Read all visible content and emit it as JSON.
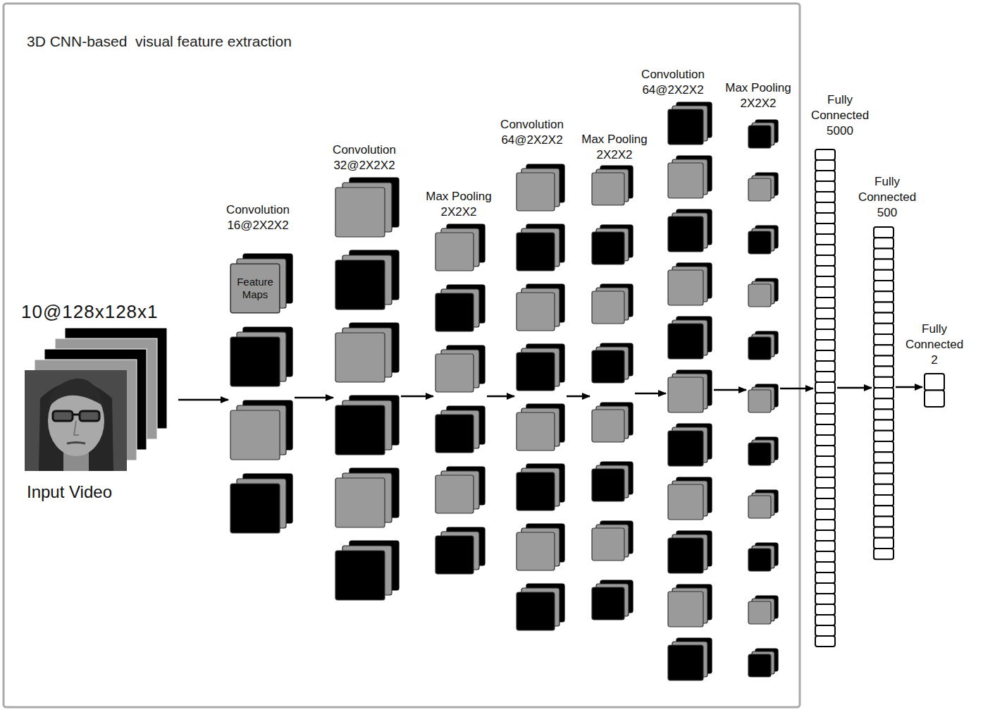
{
  "diagram": {
    "title": "3D CNN-based  visual feature extraction",
    "nodes": [
      {
        "text": [
          "10@128x128x1",
          "Input Video"
        ]
      },
      {
        "text": [
          "Convolution 16@2X2X2"
        ]
      },
      {
        "text": [
          "Feature Maps"
        ],
        "in": 1
      },
      {
        "text": [
          "Convolution 32@2X2X2"
        ]
      },
      {
        "text": [
          "Max Pooling 2X2X2"
        ]
      },
      {
        "text": [
          "Convolution 64@2X2X2"
        ]
      },
      {
        "text": [
          "Max Pooling 2X2X2"
        ]
      },
      {
        "text": [
          "Convolution 64@2X2X2"
        ]
      },
      {
        "text": [
          "Max Pooling 2X2X2"
        ]
      },
      {
        "text": [
          "Fully Connected 5000"
        ]
      },
      {
        "text": [
          "Fully Connected 500"
        ]
      },
      {
        "text": [
          "Fully Connected 2"
        ]
      }
    ],
    "edges": [
      {
        "from": 0,
        "to": 1,
        "arrow": "to"
      },
      {
        "from": 1,
        "to": 3,
        "arrow": "to"
      },
      {
        "from": 3,
        "to": 4,
        "arrow": "to"
      },
      {
        "from": 4,
        "to": 5,
        "arrow": "to"
      },
      {
        "from": 5,
        "to": 6,
        "arrow": "to"
      },
      {
        "from": 6,
        "to": 7,
        "arrow": "to"
      },
      {
        "from": 7,
        "to": 8,
        "arrow": "to"
      },
      {
        "from": 8,
        "to": 9,
        "arrow": "to"
      },
      {
        "from": 9,
        "to": 10,
        "arrow": "to"
      },
      {
        "from": 10,
        "to": 11,
        "arrow": "to"
      }
    ]
  }
}
